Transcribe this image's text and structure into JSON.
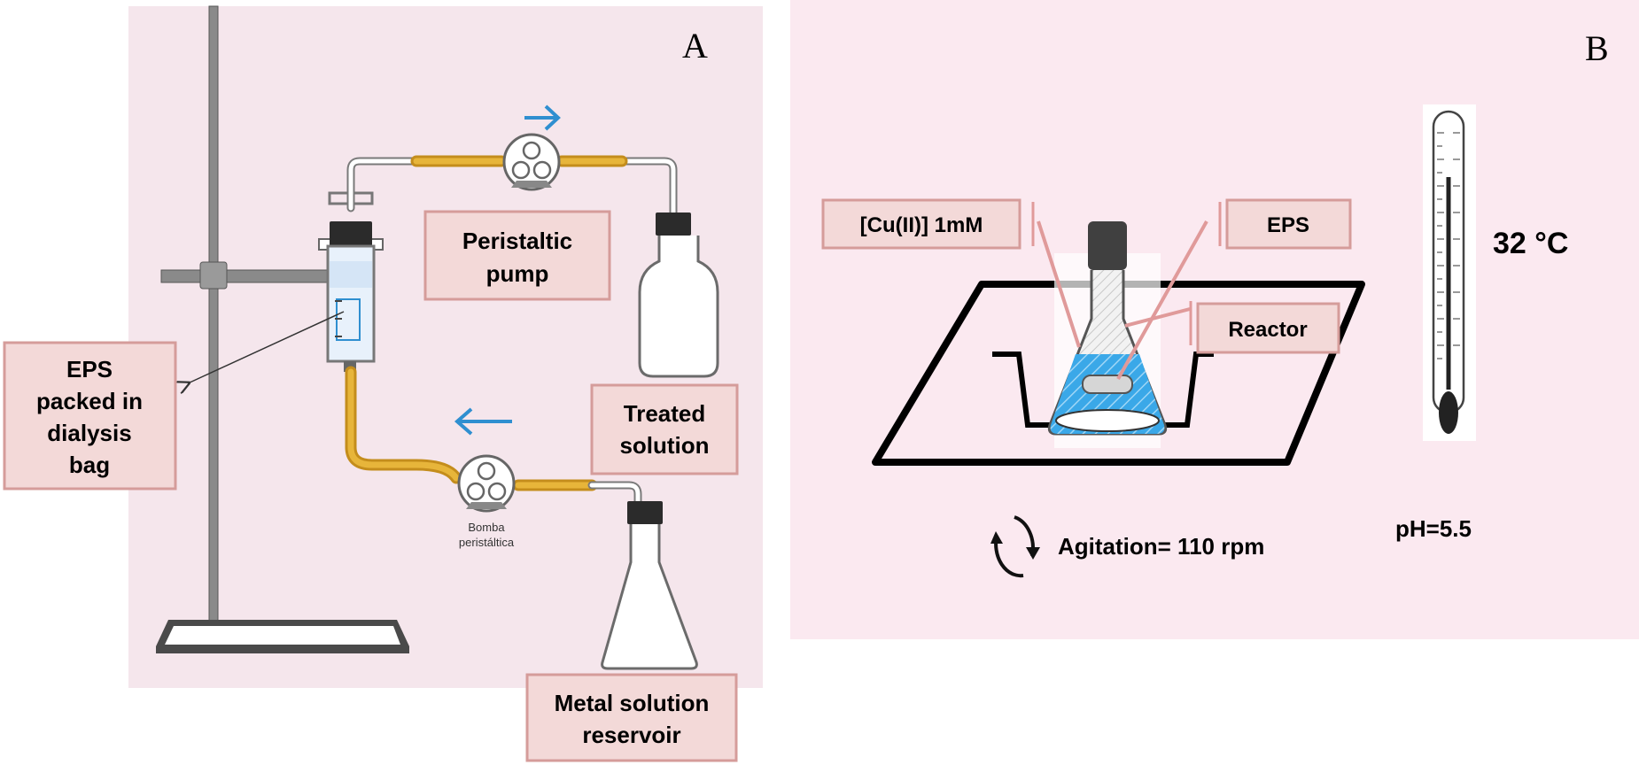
{
  "panel_a": {
    "letter": "A",
    "labels": {
      "eps_bag": [
        "EPS",
        "packed in",
        "dialysis",
        "bag"
      ],
      "peristaltic_pump": [
        "Peristaltic",
        "pump"
      ],
      "treated_solution": [
        "Treated",
        "solution"
      ],
      "metal_reservoir": [
        "Metal solution",
        "reservoir"
      ],
      "bomba": [
        "Bomba",
        "peristáltica"
      ]
    },
    "colors": {
      "background": "#f5e6ec",
      "hose": "#e7b53a",
      "flow_arrow": "#2f8fd0"
    }
  },
  "panel_b": {
    "letter": "B",
    "labels": {
      "cu": "[Cu(II)] 1mM",
      "eps": "EPS",
      "reactor": "Reactor",
      "temperature": "32 °C",
      "agitation": "Agitation= 110 rpm",
      "ph": "pH=5.5"
    },
    "colors": {
      "background": "#fbe9f0",
      "liquid": "#35a6e6"
    }
  }
}
